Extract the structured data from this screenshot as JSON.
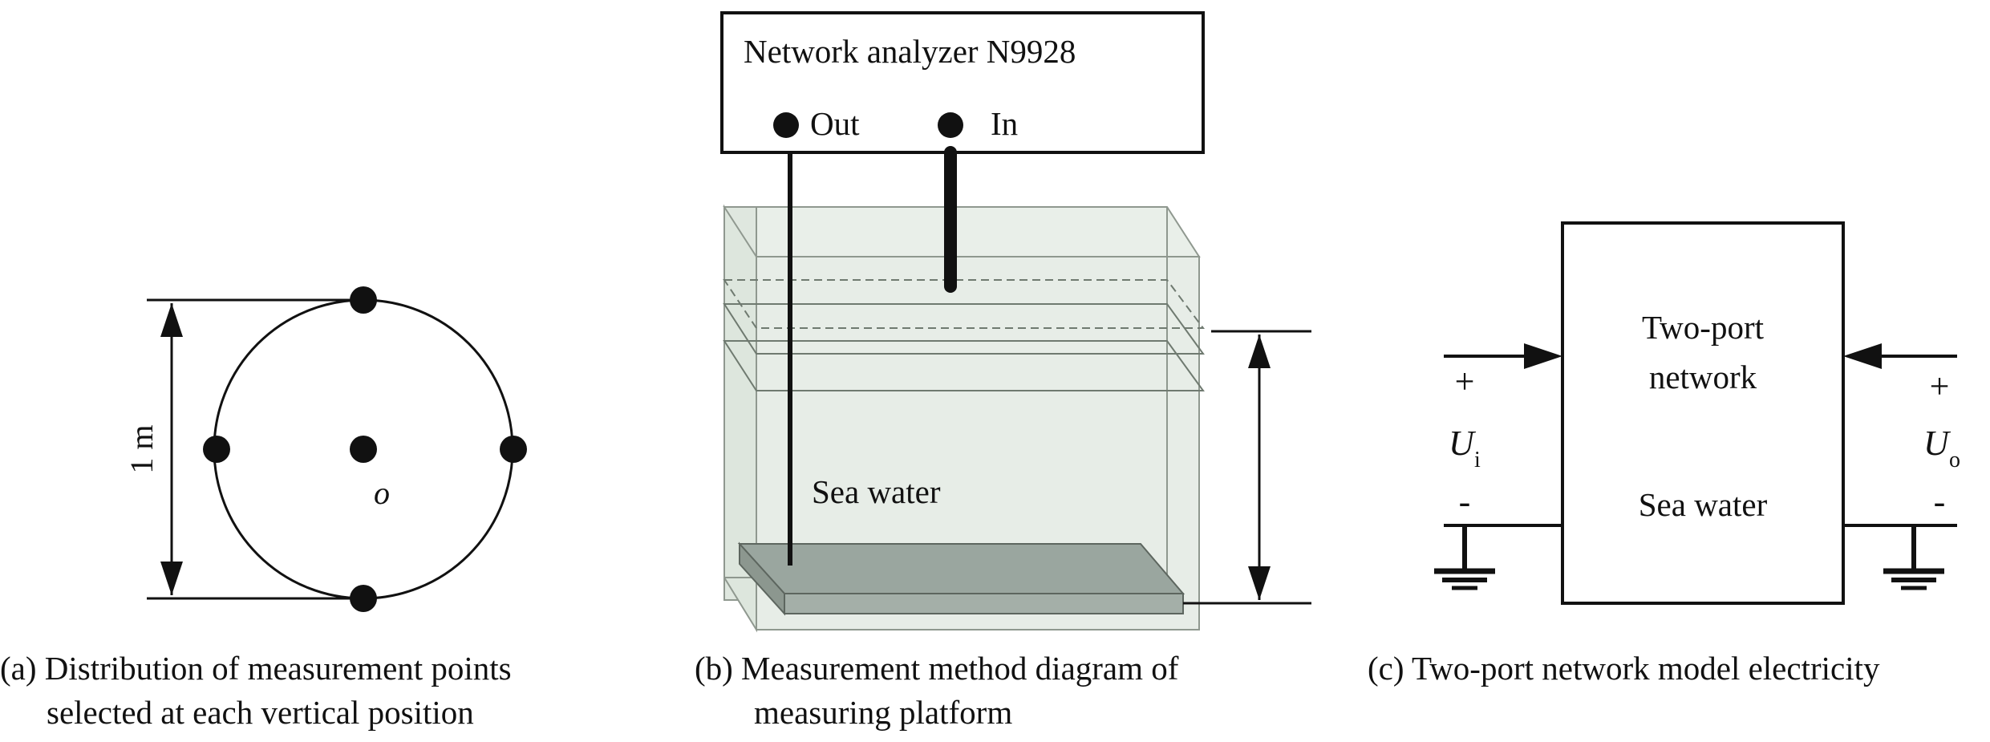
{
  "panel_a": {
    "dimension_label": "1 m",
    "center_label": "o",
    "caption_line1": "(a) Distribution of measurement points",
    "caption_line2": "selected at each vertical position"
  },
  "panel_b": {
    "analyzer_label": "Network analyzer N9928",
    "port_out_label": "Out",
    "port_in_label": "In",
    "medium_label": "Sea water",
    "caption_line1": "(b) Measurement method diagram of",
    "caption_line2": "measuring platform"
  },
  "panel_c": {
    "box_label_line1": "Two-port",
    "box_label_line2": "network",
    "medium_label": "Sea water",
    "input_plus": "+",
    "input_minus": "-",
    "input_voltage": "U",
    "input_voltage_sub": "i",
    "output_plus": "+",
    "output_minus": "-",
    "output_voltage": "U",
    "output_voltage_sub": "o",
    "caption_line1": "(c) Two-port network model electricity"
  },
  "colors": {
    "ink": "#111111",
    "tank_fill": "#e3eae3",
    "electrode_fill": "#9aa69f"
  }
}
